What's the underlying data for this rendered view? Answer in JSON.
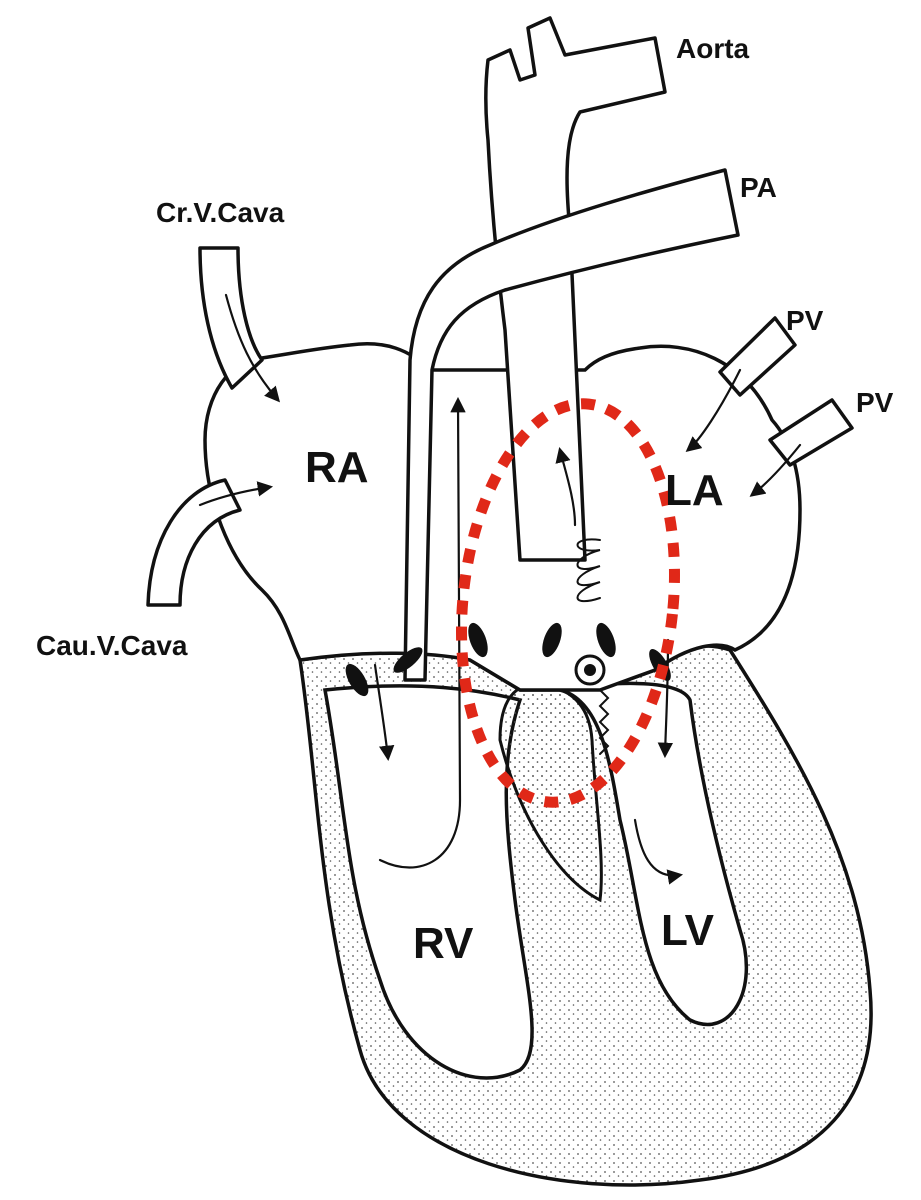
{
  "labels": {
    "aorta": "Aorta",
    "pa": "PA",
    "cr_v_cava": "Cr.V.Cava",
    "pv_upper": "PV",
    "pv_lower": "PV",
    "ra": "RA",
    "la": "LA",
    "cau_v_cava": "Cau.V.Cava",
    "rv": "RV",
    "lv": "LV"
  },
  "colors": {
    "line": "#111111",
    "highlight_ellipse": "#e02818",
    "myocardium_stipple": "#555555"
  }
}
